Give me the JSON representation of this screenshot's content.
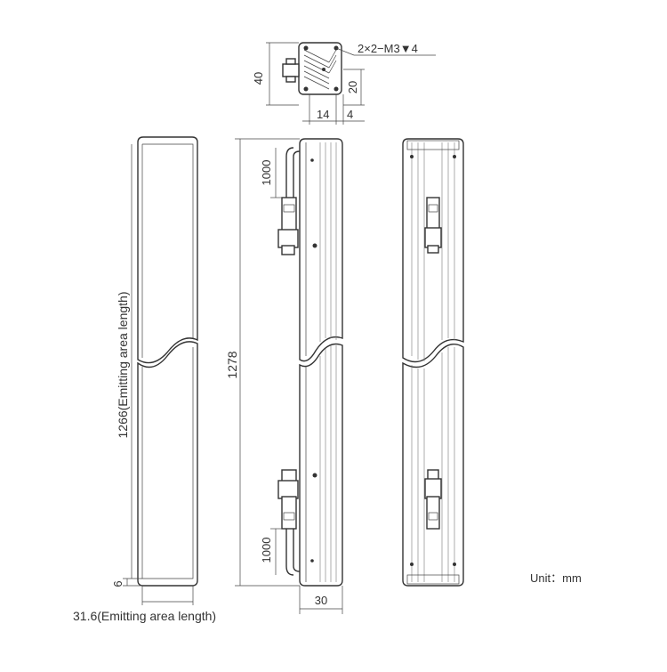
{
  "labels": {
    "top_width": "40",
    "top_thread": "2×2−M3▼4",
    "top_offset": "20",
    "top_w14": "14",
    "top_w4": "4",
    "upper_1000": "1000",
    "lower_1000": "1000",
    "total_length": "1278",
    "emitting_length": "1266(Emitting area length)",
    "edge_6": "6",
    "width_30": "30",
    "emitting_width": "31.6(Emitting area length)",
    "unit": "Unit：mm"
  },
  "colors": {
    "line": "#333333",
    "text": "#333333"
  }
}
